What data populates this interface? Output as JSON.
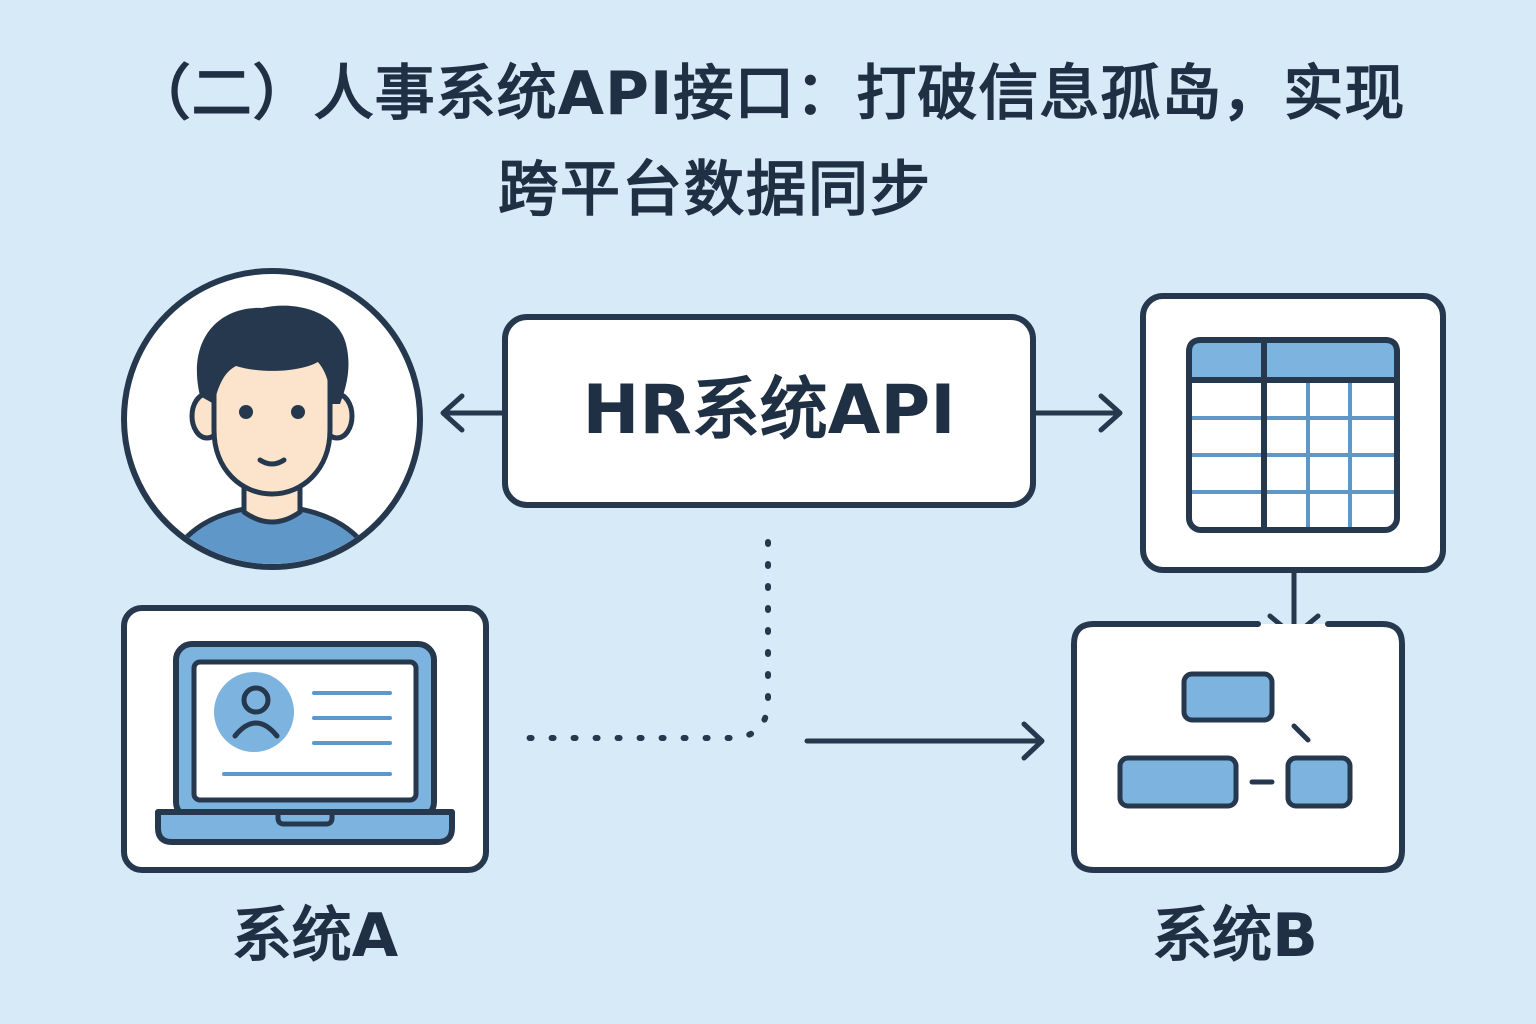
{
  "title": {
    "line1": "（二）人事系统API接口：打破信息孤岛，实现",
    "line2": "跨平台数据同步"
  },
  "nodes": {
    "api_label": "HR系统API",
    "system_a_label": "系统A",
    "system_b_label": "系统B"
  },
  "icons": {
    "user": "user-avatar-icon",
    "database": "data-table-icon",
    "laptop": "laptop-profile-icon",
    "flow": "flowchart-icon"
  },
  "colors": {
    "background": "#d6eaf8",
    "outline": "#26384e",
    "accent_blue": "#7db3df",
    "accent_blue_dark": "#5f97c9",
    "card_fill": "#ffffff",
    "skin": "#fbe3cc",
    "hair": "#26384e"
  }
}
